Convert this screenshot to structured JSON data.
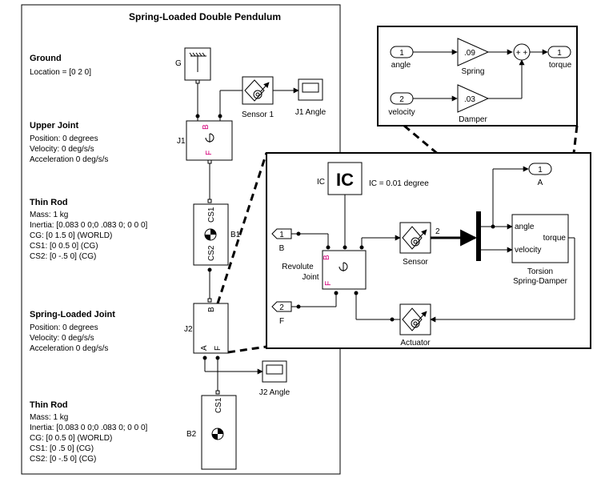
{
  "title": "Spring-Loaded Double Pendulum",
  "ground": {
    "heading": "Ground",
    "location": "Location = [0 2 0]",
    "block_label": "G"
  },
  "upper_joint": {
    "heading": "Upper Joint",
    "position": "Position: 0 degrees",
    "velocity": "Velocity: 0 deg/s/s",
    "acceleration": "Acceleration 0 deg/s/s",
    "block_label": "J1",
    "port_b": "B",
    "port_f": "F"
  },
  "sensor1": {
    "label": "Sensor 1"
  },
  "j1_scope": {
    "label": "J1 Angle"
  },
  "thin_rod_1": {
    "heading": "Thin Rod",
    "mass": "Mass: 1 kg",
    "inertia": "Inertia: [0.083 0 0;0 .083  0; 0 0 0]",
    "cg": "CG: [0 1.5 0] (WORLD)",
    "cs1": "CS1: [0 0.5 0] (CG)",
    "cs2": "CS2: [0 -.5 0] (CG)",
    "block_label": "B1",
    "port_cs1": "CS1",
    "port_cs2": "CS2"
  },
  "spring_joint": {
    "heading": "Spring-Loaded Joint",
    "position": "Position: 0 degrees",
    "velocity": "Velocity: 0 deg/s/s",
    "acceleration": "Acceleration 0 deg/s/s",
    "block_label": "J2",
    "port_b": "B",
    "port_a": "A",
    "port_f": "F"
  },
  "j2_scope": {
    "label": "J2 Angle"
  },
  "thin_rod_2": {
    "heading": "Thin Rod",
    "mass": "Mass: 1 kg",
    "inertia": "Inertia: [0.083 0 0;0 .083  0; 0 0 0]",
    "cg": "CG: [0 0.5 0] (WORLD)",
    "cs1": "CS1: [0 .5 0] (CG)",
    "cs2": "CS2: [0 -.5 0] (CG)",
    "block_label": "B2",
    "port_cs1": "CS1"
  },
  "subsystem": {
    "ic_text": "IC",
    "ic_label": "IC",
    "ic_note": "IC = 0.01 degree",
    "in_b": {
      "num": "1",
      "label": "B"
    },
    "in_f": {
      "num": "2",
      "label": "F"
    },
    "out_a": {
      "num": "1",
      "label": "A"
    },
    "revolute_label_1": "Revolute",
    "revolute_label_2": "Joint",
    "port_b": "B",
    "port_f": "F",
    "sensor_label": "Sensor",
    "sensor_port": "2",
    "actuator_label": "Actuator",
    "torsion_label_1": "Torsion",
    "torsion_label_2": "Spring-Damper",
    "torsion_port_angle": "angle",
    "torsion_port_velocity": "velocity",
    "torsion_port_torque": "torque"
  },
  "spring_damper": {
    "in_angle": {
      "num": "1",
      "label": "angle"
    },
    "in_velocity": {
      "num": "2",
      "label": "velocity"
    },
    "out_torque": {
      "num": "1",
      "label": "torque"
    },
    "spring_gain": ".09",
    "spring_label": "Spring",
    "damper_gain": ".03",
    "damper_label": "Damper",
    "sum_signs": "+ +"
  }
}
